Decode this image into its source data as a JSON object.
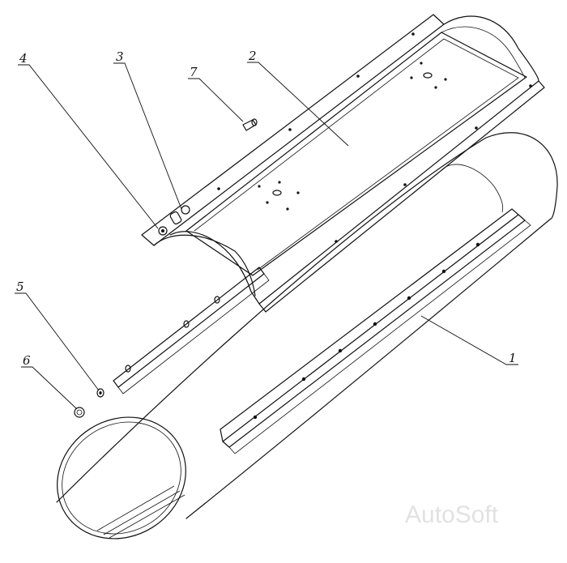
{
  "callouts": [
    {
      "id": "1",
      "label": "1",
      "part": "outer-tube"
    },
    {
      "id": "2",
      "label": "2",
      "part": "top-half-shell"
    },
    {
      "id": "3",
      "label": "3",
      "part": "bolt"
    },
    {
      "id": "4",
      "label": "4",
      "part": "nut"
    },
    {
      "id": "5",
      "label": "5",
      "part": "washer"
    },
    {
      "id": "6",
      "label": "6",
      "part": "nut"
    },
    {
      "id": "7",
      "label": "7",
      "part": "screw"
    }
  ],
  "watermark": "AutoSoft"
}
